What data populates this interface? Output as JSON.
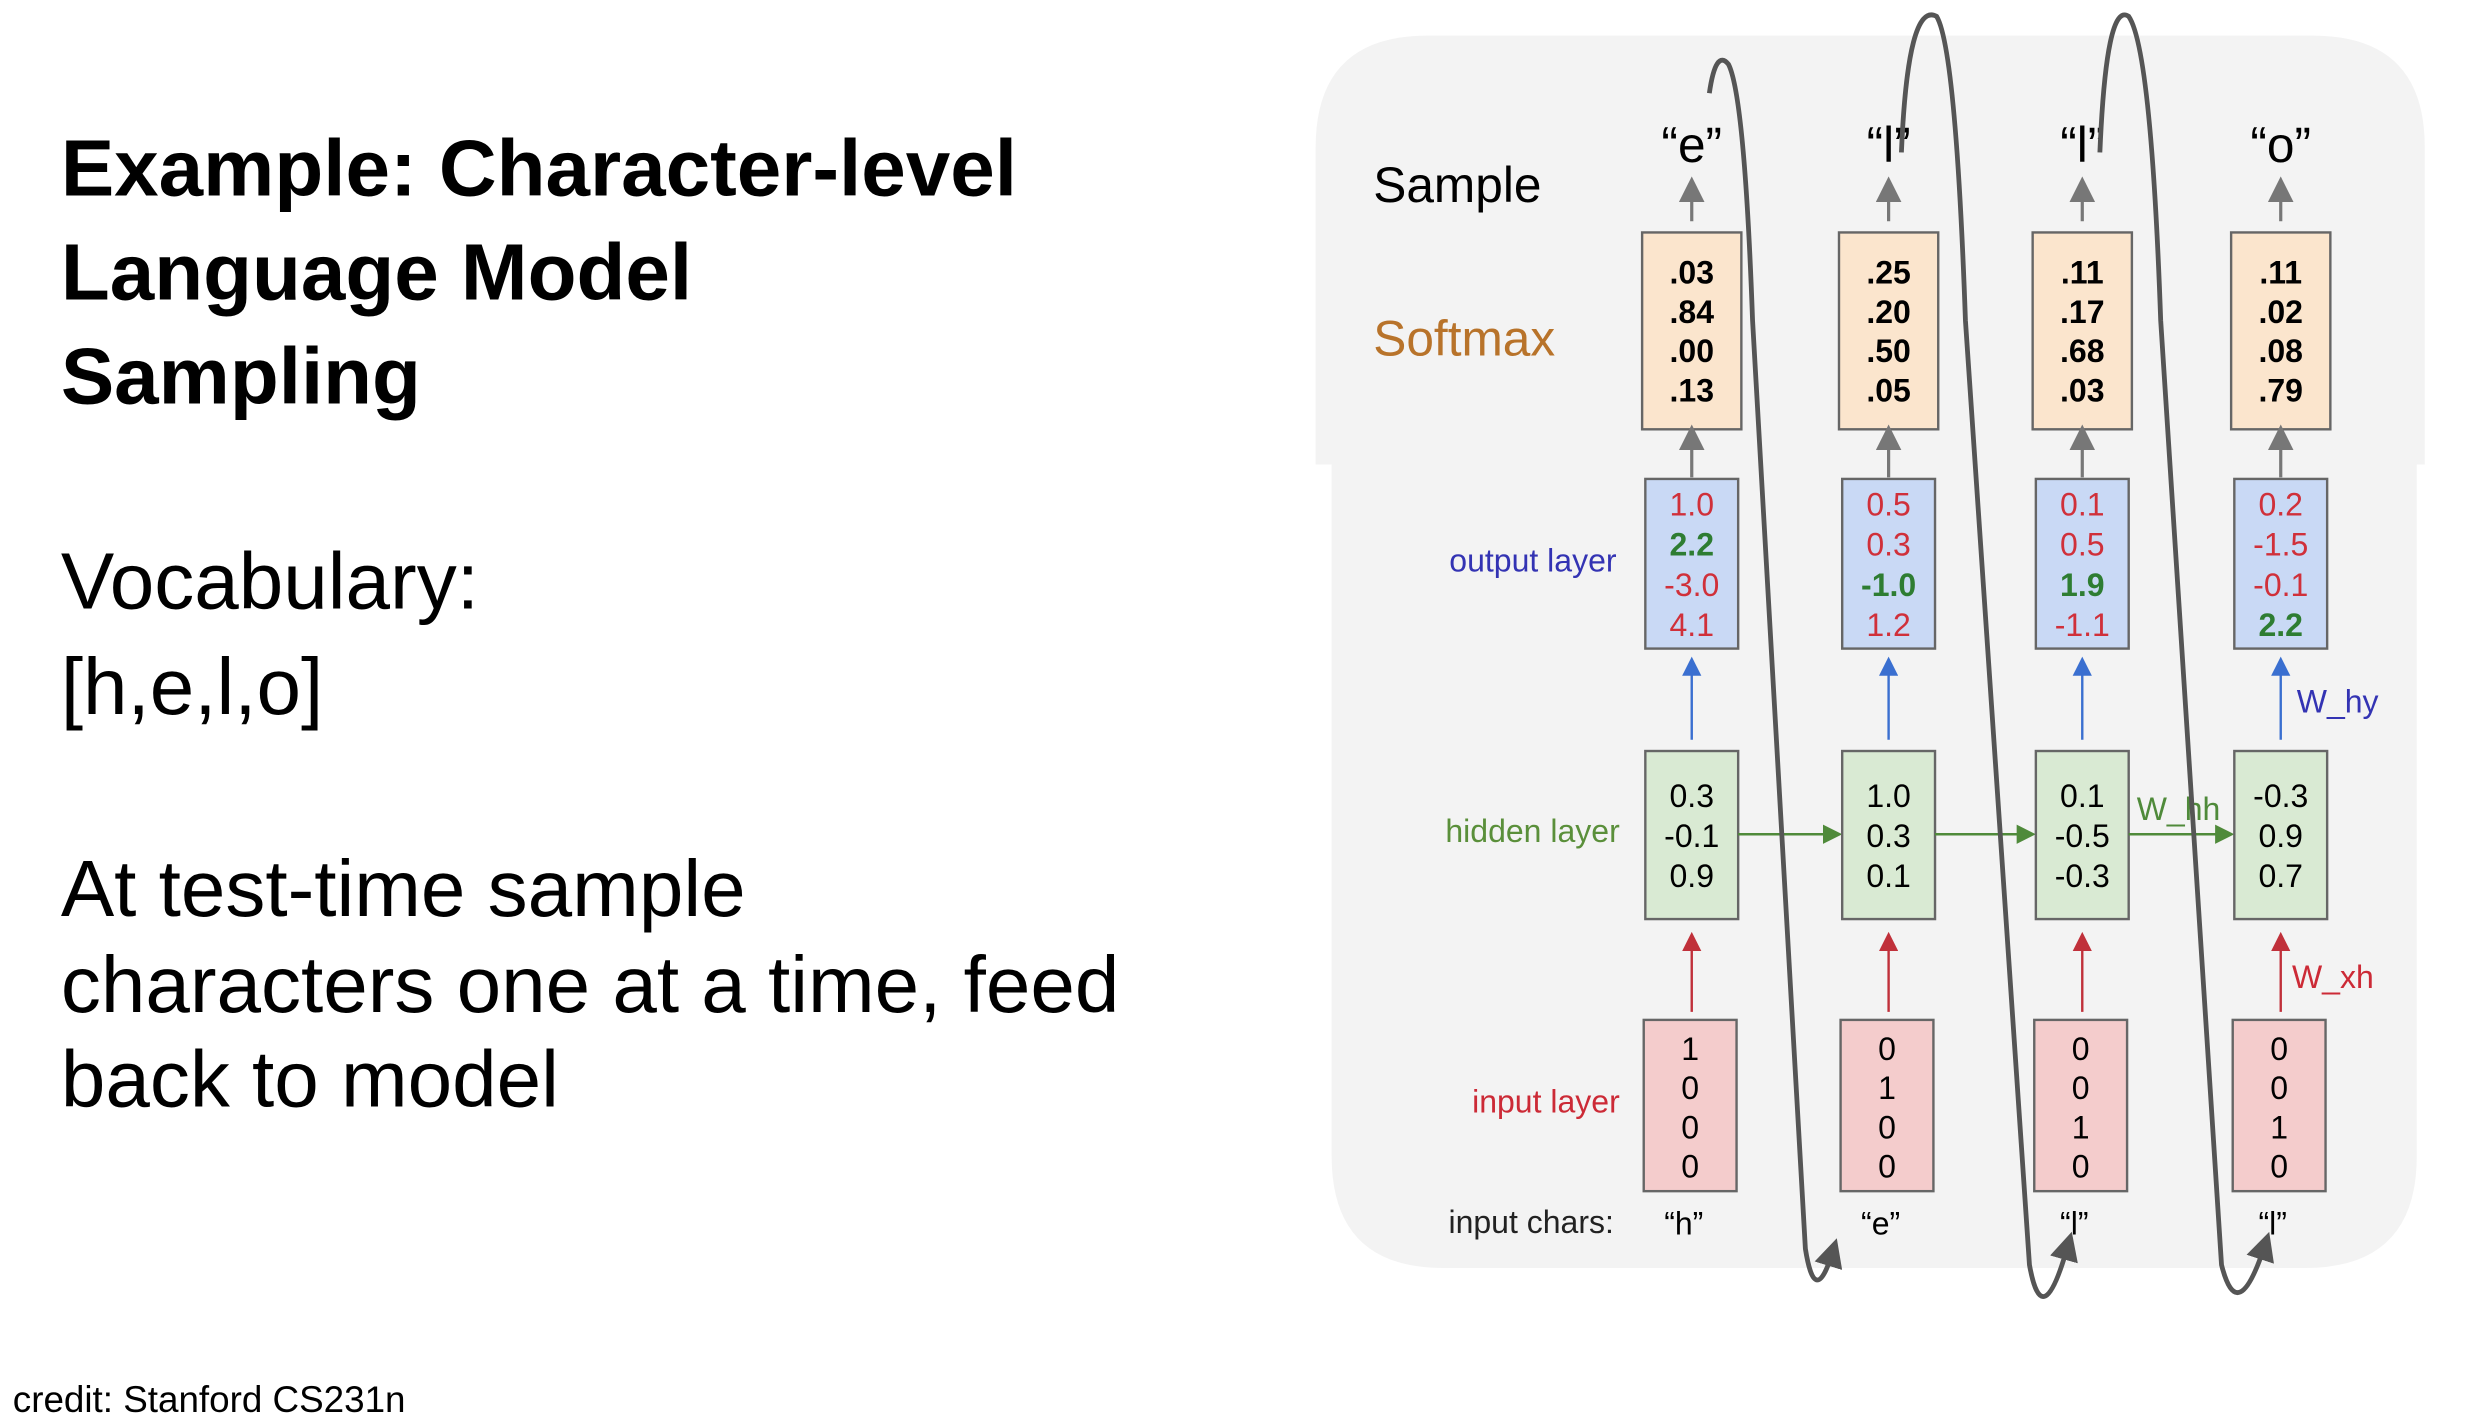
{
  "slide": {
    "title_lines": [
      "Example: Character-level",
      "Language Model",
      "Sampling"
    ],
    "vocab_lines": [
      "Vocabulary:",
      "[h,e,l,o]"
    ],
    "desc_lines": [
      "At test-time sample",
      "characters one at a time, feed",
      "back to model"
    ],
    "credit": "credit: Stanford CS231n"
  },
  "diagram": {
    "labels": {
      "sample": "Sample",
      "softmax": "Softmax",
      "output": "output layer",
      "hidden": "hidden layer",
      "input": "input layer",
      "input_chars": "input chars:",
      "w_hy": "W_hy",
      "w_hh": "W_hh",
      "w_xh": "W_xh"
    },
    "colors": {
      "softmax": "#b8732a",
      "output": "#3333b3",
      "hidden": "#5a8f3a",
      "input": "#cc2a36",
      "red_val": "#d0303a",
      "green_val": "#2e7d32"
    },
    "steps": [
      {
        "sample": "“e”",
        "softmax": [
          ".03",
          ".84",
          ".00",
          ".13"
        ],
        "output": [
          "1.0",
          "2.2",
          "-3.0",
          "4.1"
        ],
        "output_max": 1,
        "hidden": [
          "0.3",
          "-0.1",
          "0.9"
        ],
        "input": [
          "1",
          "0",
          "0",
          "0"
        ],
        "char": "“h”"
      },
      {
        "sample": "“l”",
        "softmax": [
          ".25",
          ".20",
          ".50",
          ".05"
        ],
        "output": [
          "0.5",
          "0.3",
          "-1.0",
          "1.2"
        ],
        "output_max": 2,
        "hidden": [
          "1.0",
          "0.3",
          "0.1"
        ],
        "input": [
          "0",
          "1",
          "0",
          "0"
        ],
        "char": "“e”"
      },
      {
        "sample": "“l”",
        "softmax": [
          ".11",
          ".17",
          ".68",
          ".03"
        ],
        "output": [
          "0.1",
          "0.5",
          "1.9",
          "-1.1"
        ],
        "output_max": 2,
        "hidden": [
          "0.1",
          "-0.5",
          "-0.3"
        ],
        "input": [
          "0",
          "0",
          "1",
          "0"
        ],
        "char": "“l”"
      },
      {
        "sample": "“o”",
        "softmax": [
          ".11",
          ".02",
          ".08",
          ".79"
        ],
        "output": [
          "0.2",
          "-1.5",
          "-0.1",
          "2.2"
        ],
        "output_max": 3,
        "hidden": [
          "-0.3",
          "0.9",
          "0.7"
        ],
        "input": [
          "0",
          "0",
          "1",
          "0"
        ],
        "char": "“l”"
      }
    ]
  }
}
